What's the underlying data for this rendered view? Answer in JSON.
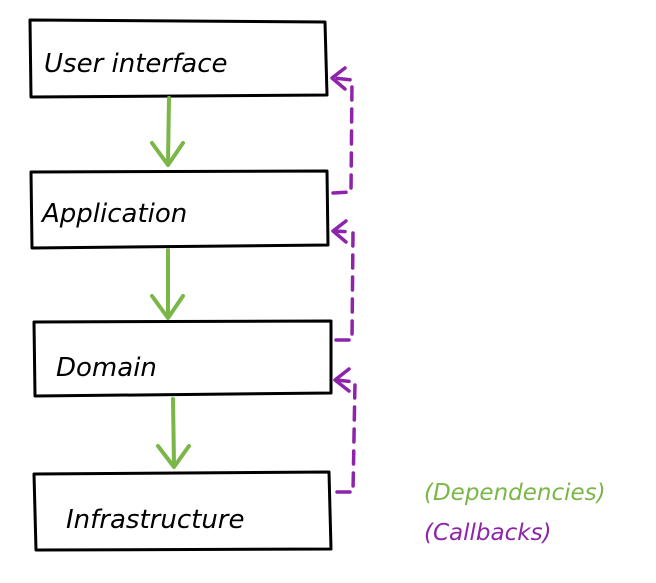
{
  "layers": [
    {
      "label": "User interface"
    },
    {
      "label": "Application"
    },
    {
      "label": "Domain"
    },
    {
      "label": "Infrastructure"
    }
  ],
  "legend": {
    "dependencies": "(Dependencies)",
    "callbacks": "(Callbacks)"
  },
  "colors": {
    "dependency": "#7ab648",
    "callback": "#8e24aa",
    "box_stroke": "#000000"
  }
}
